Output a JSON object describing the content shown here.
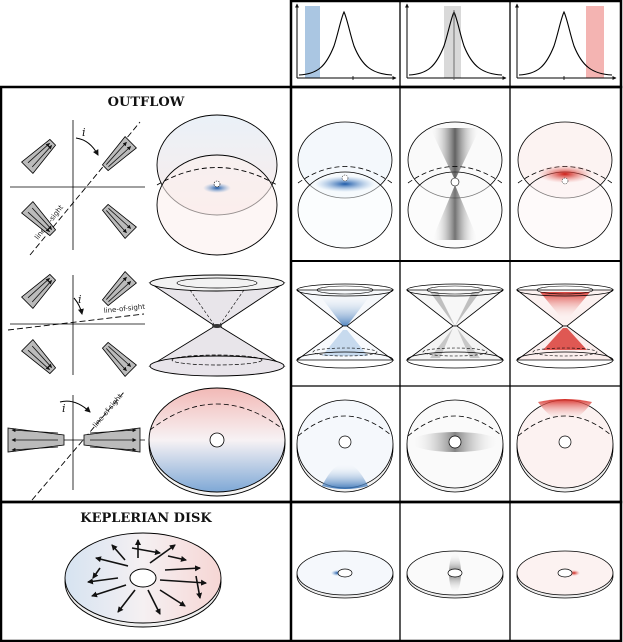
{
  "figure": {
    "sections": {
      "outflow": {
        "title": "OUTFLOW"
      },
      "keplerian": {
        "title": "KEPLERIAN DISK"
      }
    },
    "annotations": {
      "inclination": "i",
      "line_of_sight": "line-of-sight"
    },
    "colors": {
      "blue": "#2f6db3",
      "gray": "#555555",
      "red": "#d6261f",
      "band_blue": "#aac6e2",
      "band_gray": "#d9d9d9",
      "band_red": "#f4b4b2"
    },
    "spectrum_panels": [
      "blue-shifted",
      "line-center",
      "red-shifted"
    ],
    "channel_columns": [
      "blue",
      "gray",
      "red"
    ]
  }
}
